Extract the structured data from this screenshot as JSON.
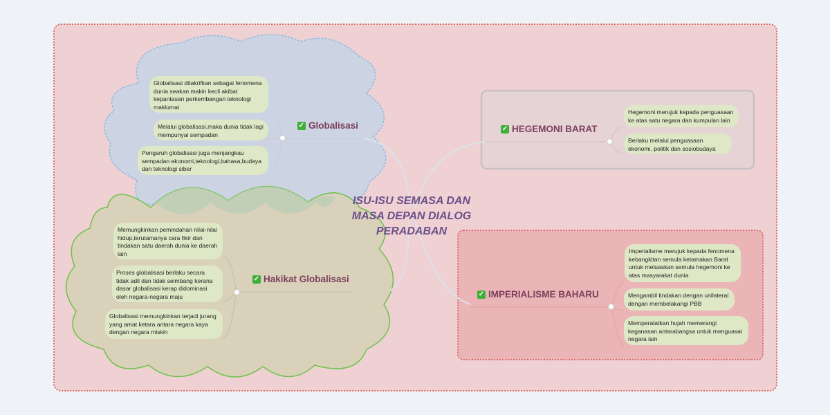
{
  "central": {
    "title": "ISU-ISU SEMASA DAN MASA DEPAN DIALOG PERADABAN"
  },
  "colors": {
    "outer_border": "#e06a6a",
    "outer_fill": "#efd1d3",
    "cloud_blue_fill": "#c9d3e3",
    "cloud_blue_border": "#7fb8e8",
    "cloud_green_fill": "#d8d1b9",
    "cloud_green_border": "#6cc24a",
    "hegemoni_fill": "#e6d3d6",
    "imperialisme_fill": "#ebb4b6",
    "topic_text": "#7a3f5c",
    "central_text": "#6a4f8a"
  },
  "topics": {
    "globalisasi": {
      "label": "Globalisasi",
      "icon": "checkbox-icon",
      "notes": [
        "Globalisasi ditakrifkan sebagai fenomena dunia seakan makin kecil akibat kepantasan perkembangan teknologi maklumat",
        "Melalui globalisasi,maka dunia tidak lagi mempunyai sempadan",
        "Pengaruh globalisasi juga menjangkau sempadan ekonomi,teknologi,bahasa,budaya dan teknologi siber"
      ]
    },
    "hakikat": {
      "label": "Hakikat Globalisasi",
      "icon": "checkbox-icon",
      "notes": [
        "Memungkinkan pemindahan nilai-nilai hidup,terutamanya cara fikir dan tindakan satu daerah dunia ke daerah lain",
        "Proses globalisasi berlaku secara tidak adil dan tidak seimbang kerana dasar globalisasi kerap didominasi oleh negara-negara maju",
        "Globalisasi memungkinkan terjadi jurang yang amat ketara antara negara kaya dengan negara miskin"
      ]
    },
    "hegemoni": {
      "label": "HEGEMONI BARAT",
      "icon": "checkbox-icon",
      "notes": [
        "Hegemoni merujuk kepada penguasaan ke atas satu negara dan kumpulan lain",
        "Berlaku melalui penguasaan ekonomi, politik dan sosiobudaya"
      ]
    },
    "imperialisme": {
      "label": "IMPERIALISME BAHARU",
      "icon": "checkbox-icon",
      "notes": [
        "Imperialisme merujuk kepada fenomena kebangkitan semula ketamakan Barat untuk meluaskan semula hegemoni ke atas masyarakat dunia",
        "Mengambil tindakan dengan unilateral dengan membelakangi PBB",
        "Memperalatkan hujah memerangi keganasan antarabangsa untuk menguasai negara lain"
      ]
    }
  }
}
